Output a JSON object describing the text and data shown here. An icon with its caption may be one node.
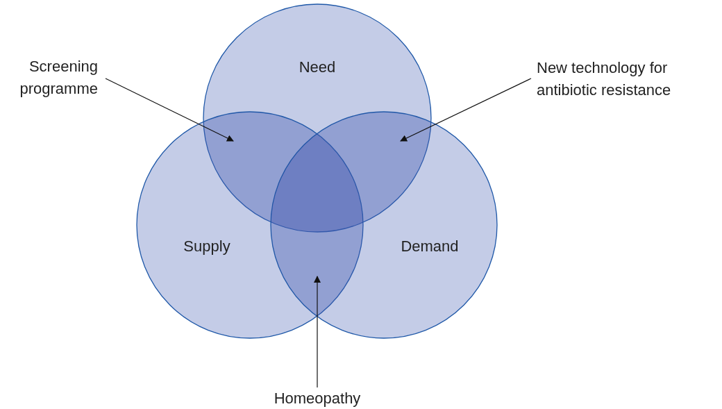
{
  "diagram": {
    "nodes": [
      {
        "text": [
          "Need"
        ]
      },
      {
        "text": [
          "Supply"
        ]
      },
      {
        "text": [
          "Demand"
        ]
      },
      {
        "text": [
          "Screening programme"
        ]
      },
      {
        "text": [
          "New technology for antibiotic resistance"
        ]
      },
      {
        "text": [
          "Homeopathy"
        ]
      },
      {
        "text": [],
        "shape": "lens"
      },
      {
        "text": [],
        "shape": "lens"
      },
      {
        "text": [],
        "shape": "lens"
      }
    ],
    "edges": [
      {
        "from": 3,
        "to": 6,
        "arrow": "to"
      },
      {
        "from": 4,
        "to": 7,
        "arrow": "to"
      },
      {
        "from": 5,
        "to": 8,
        "arrow": "to"
      }
    ]
  }
}
